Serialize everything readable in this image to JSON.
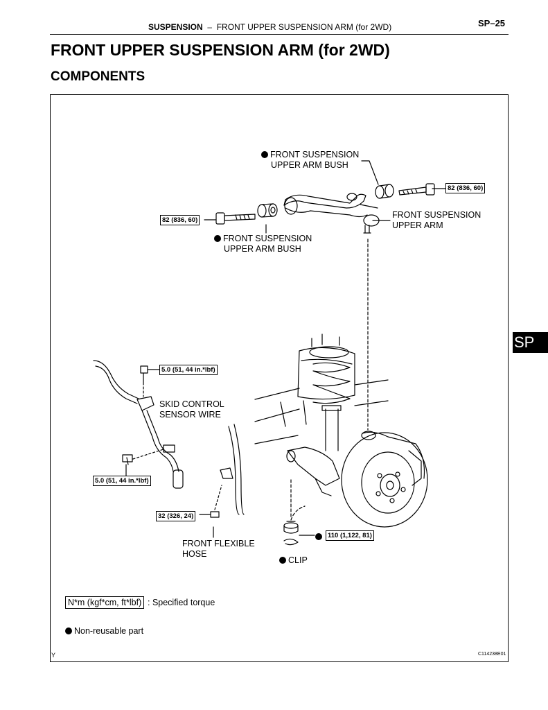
{
  "header": {
    "section": "SUSPENSION",
    "separator": "–",
    "subsection": "FRONT UPPER SUSPENSION ARM (for 2WD)",
    "page": "SP–25"
  },
  "title": "FRONT UPPER SUSPENSION ARM (for 2WD)",
  "subtitle": "COMPONENTS",
  "side_tab": "SP",
  "labels": {
    "bush_top_line1": "FRONT SUSPENSION",
    "bush_top_line2": "UPPER ARM BUSH",
    "bush_left_line1": "FRONT SUSPENSION",
    "bush_left_line2": "UPPER ARM BUSH",
    "arm_line1": "FRONT SUSPENSION",
    "arm_line2": "UPPER ARM",
    "sensor_line1": "SKID CONTROL",
    "sensor_line2": "SENSOR WIRE",
    "hose_line1": "FRONT FLEXIBLE",
    "hose_line2": "HOSE",
    "clip": "CLIP"
  },
  "torques": {
    "arm_right": "82 (836, 60)",
    "arm_left": "82 (836, 60)",
    "sensor_top": "5.0 (51, 44 in.*lbf)",
    "sensor_bottom": "5.0 (51, 44 in.*lbf)",
    "hose": "32 (326, 24)",
    "ball_joint": "110 (1,122, 81)"
  },
  "legend": {
    "torque_unit": "N*m (kgf*cm, ft*lbf)",
    "torque_desc": ": Specified torque",
    "nonreusable": "Non-reusable part"
  },
  "footer": {
    "corner_mark": "Y",
    "figure_code": "C114238E01"
  }
}
